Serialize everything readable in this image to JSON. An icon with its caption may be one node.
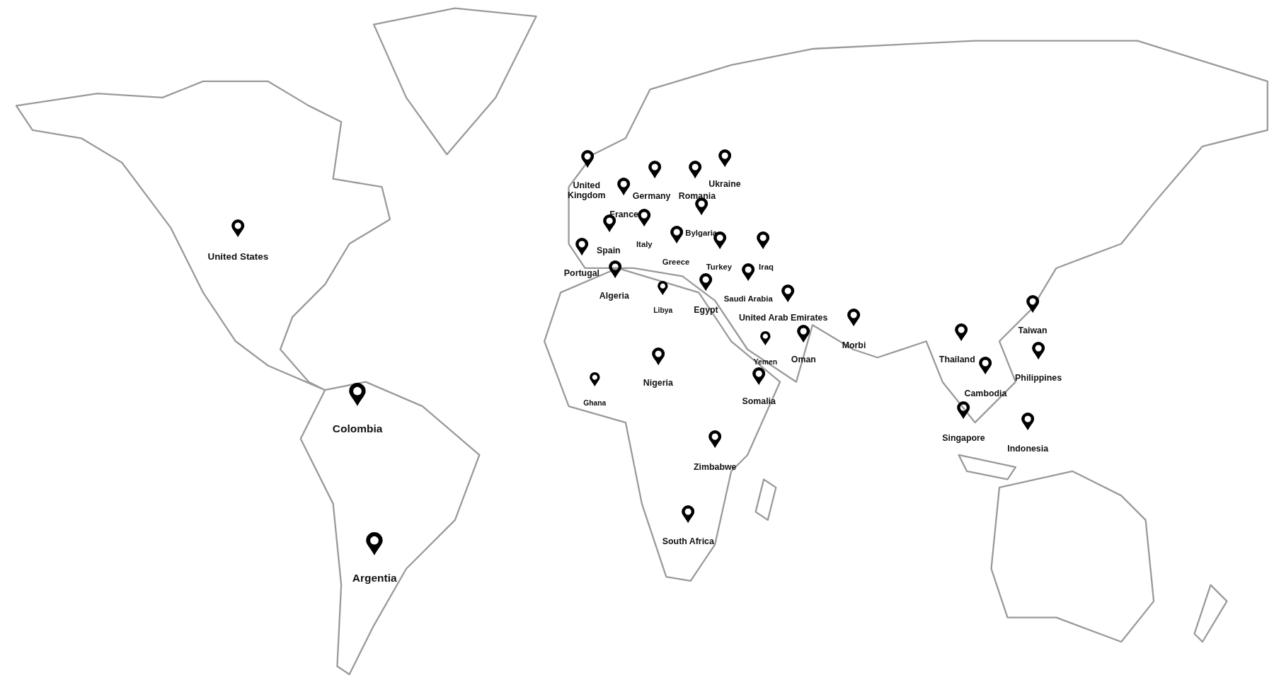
{
  "diagram": {
    "labels": [
      "Ukraine",
      "United Kingdom",
      "Germany",
      "Romania",
      "France",
      "Bylgaria",
      "Italy",
      "Spain",
      "United States",
      "Greece",
      "Turkey",
      "Iraq",
      "Portugal",
      "Algeria",
      "Saudi Arabia",
      "Egypt",
      "Libya",
      "United Arab Emirates",
      "Taiwan",
      "Morbi",
      "Oman",
      "Thailand",
      "Yemen",
      "Philippines",
      "Nigeria",
      "Cambodia",
      "Somalia",
      "Ghana",
      "Colombia",
      "Singapore",
      "Indonesia",
      "Zimbabwe",
      "South Africa",
      "Argentia"
    ]
  }
}
